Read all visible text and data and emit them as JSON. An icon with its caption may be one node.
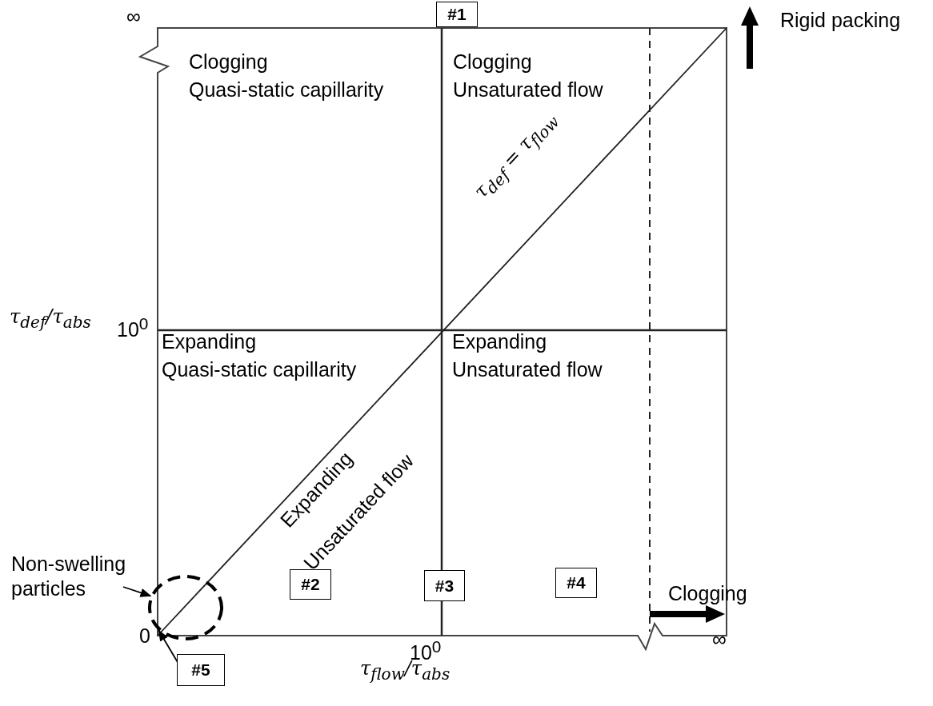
{
  "diagram": {
    "nodes": [
      {
        "text": [
          "#1"
        ]
      },
      {
        "text": [
          "Non-swelling particles"
        ]
      },
      {
        "text": [],
        "shape": "circle"
      },
      {
        "text": [
          "#2"
        ]
      },
      {
        "text": [
          "#3"
        ]
      },
      {
        "text": [
          "#4"
        ]
      },
      {
        "text": [
          "#5"
        ]
      }
    ],
    "edges": [
      {
        "from": 1,
        "to": 2,
        "arrow": "to"
      },
      {
        "from": 6,
        "to": 2,
        "arrow": "to"
      }
    ],
    "labels": [
      "∞",
      "Rigid packing",
      "Clogging",
      "Quasi-static capillarity",
      "Clogging",
      "Unsaturated flow",
      "τ$_{def}$ = τ$_{flow}$",
      "τ$_{def}$/τ$_{abs}$",
      "10$^{0}$",
      "Expanding",
      "Quasi-static capillarity",
      "Expanding",
      "Unsaturated flow",
      "Expanding",
      "Unsaturated flow",
      "Clogging",
      "0",
      "10$^{0}$",
      "∞",
      "τ$_{flow}$/τ$_{abs}$"
    ]
  }
}
